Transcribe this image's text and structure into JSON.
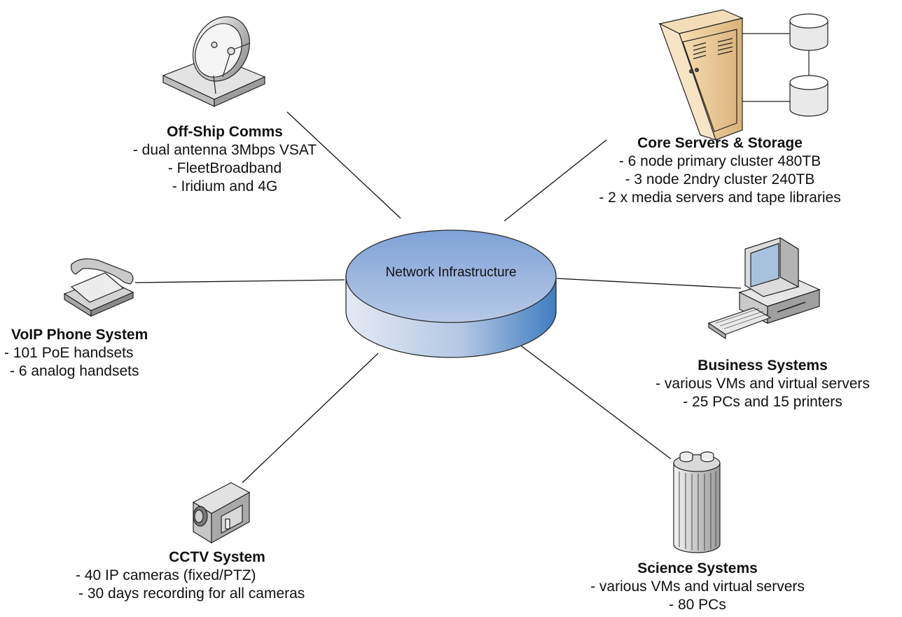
{
  "hub": {
    "label": "Network Infrastructure"
  },
  "nodes": {
    "offship": {
      "title": "Off-Ship Comms",
      "lines": [
        "- dual antenna 3Mbps VSAT",
        "- FleetBroadband",
        "- Iridium and 4G"
      ],
      "icon": "satellite-dish-icon"
    },
    "core": {
      "title": "Core Servers & Storage",
      "lines": [
        "- 6 node primary cluster 480TB",
        "- 3 node 2ndry cluster 240TB",
        "- 2 x media servers and tape libraries"
      ],
      "icon": "server-storage-icon"
    },
    "voip": {
      "title": "VoIP Phone System",
      "lines": [
        "- 101 PoE handsets",
        "- 6 analog handsets"
      ],
      "icon": "telephone-icon"
    },
    "business": {
      "title": "Business Systems",
      "lines": [
        "- various VMs and virtual servers",
        "- 25 PCs and 15 printers"
      ],
      "icon": "desktop-computer-icon"
    },
    "cctv": {
      "title": "CCTV System",
      "lines": [
        "- 40 IP cameras (fixed/PTZ)",
        "- 30 days recording for all cameras"
      ],
      "icon": "video-camera-icon"
    },
    "science": {
      "title": "Science Systems",
      "lines": [
        "-  various VMs and virtual servers",
        "- 80 PCs"
      ],
      "icon": "mainframe-icon"
    }
  },
  "colors": {
    "hub_light": "#c5d3ea",
    "hub_dark": "#4e86c4",
    "line": "#111111"
  }
}
